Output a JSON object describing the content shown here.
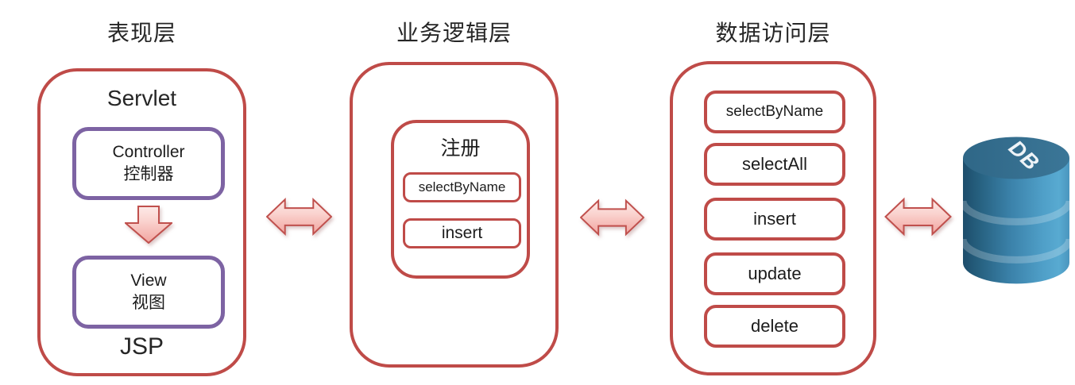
{
  "diagram": {
    "presentation": {
      "title": "表现层",
      "servlet_label": "Servlet",
      "jsp_label": "JSP",
      "controller_en": "Controller",
      "controller_zh": "控制器",
      "view_en": "View",
      "view_zh": "视图"
    },
    "business": {
      "title": "业务逻辑层",
      "group_title": "注册",
      "methods": [
        "selectByName",
        "insert"
      ]
    },
    "data_access": {
      "title": "数据访问层",
      "methods": [
        "selectByName",
        "selectAll",
        "insert",
        "update",
        "delete"
      ]
    },
    "database": {
      "label": "DB"
    },
    "colors": {
      "container_red": "#bf4b48",
      "accent_purple": "#7d63a3",
      "arrow_fill_light": "#fde9e7",
      "arrow_fill_dark": "#f2a7a2",
      "arrow_stroke": "#c0504d",
      "db_top": "#35708f",
      "db_body_dark": "#1d4d6b",
      "db_body_light": "#58aad1",
      "text": "#262626"
    }
  }
}
